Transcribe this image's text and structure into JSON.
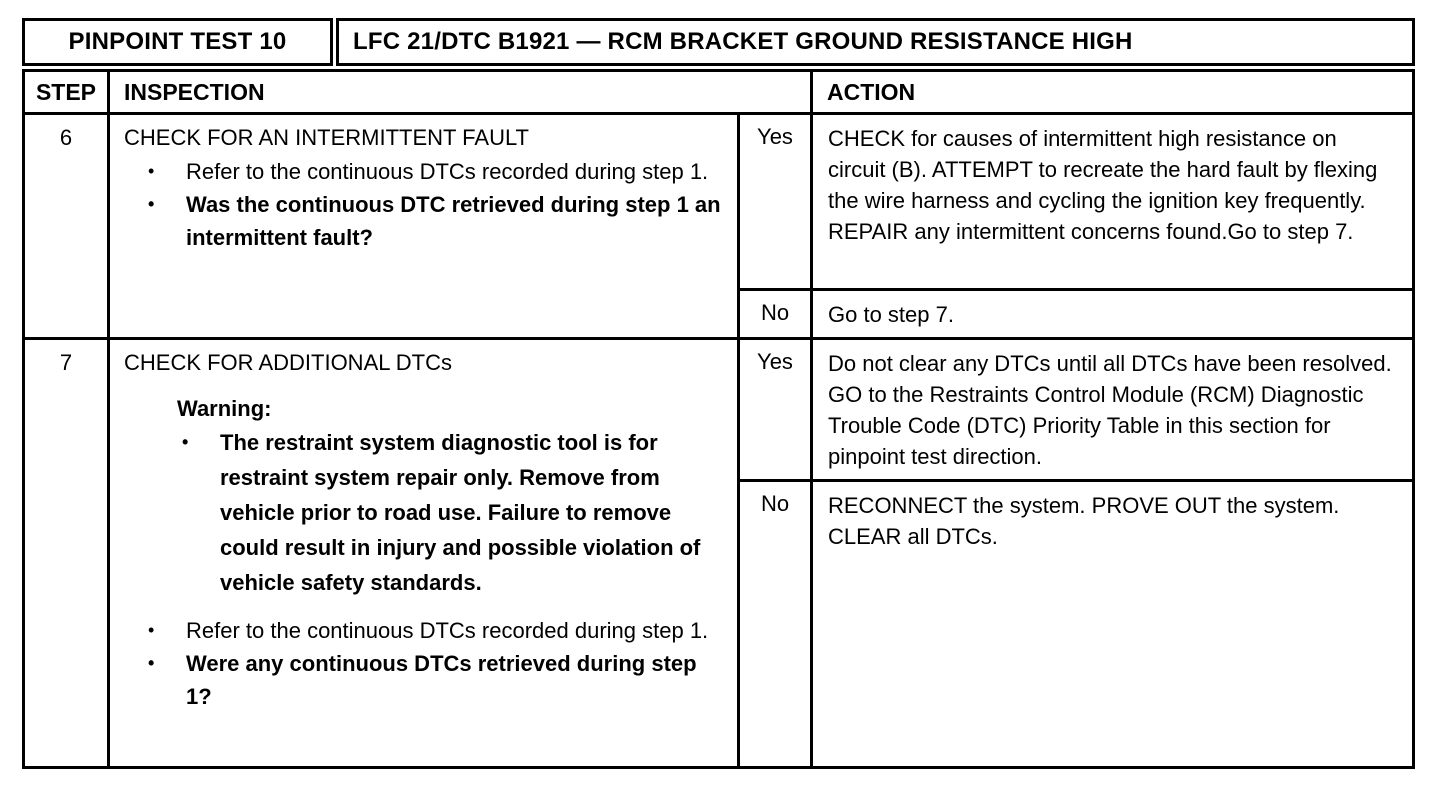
{
  "title_bar": {
    "test_label": "PINPOINT TEST 10",
    "test_name": "LFC 21/DTC B1921 — RCM BRACKET GROUND RESISTANCE HIGH"
  },
  "columns": {
    "step": "STEP",
    "inspection": "INSPECTION",
    "action": "ACTION"
  },
  "steps": [
    {
      "number": "6",
      "inspection_title": "CHECK FOR AN INTERMITTENT FAULT",
      "bullets": [
        {
          "text": "Refer to the continuous DTCs recorded during step 1.",
          "bold": false
        },
        {
          "text": "Was the continuous DTC retrieved during step 1 an intermittent fault?",
          "bold": true
        }
      ],
      "branches": [
        {
          "label": "Yes",
          "text": "CHECK for causes of intermittent high resistance on circuit (B). ATTEMPT to recreate the hard fault by flexing the wire harness and cycling the ignition key frequently. REPAIR any intermittent concerns found.Go to step 7."
        },
        {
          "label": "No",
          "text": "Go to step 7."
        }
      ]
    },
    {
      "number": "7",
      "inspection_title": "CHECK FOR ADDITIONAL DTCs",
      "warning_heading": "Warning:",
      "warning_bullets": [
        "The restraint system diagnostic tool is for restraint system repair only. Remove from vehicle prior to road use. Failure to remove could result in injury and possible violation of vehicle safety standards."
      ],
      "bullets": [
        {
          "text": "Refer to the continuous DTCs recorded during step 1.",
          "bold": false
        },
        {
          "text": "Were any continuous DTCs retrieved during step 1?",
          "bold": true
        }
      ],
      "branches": [
        {
          "label": "Yes",
          "text": "Do not clear any DTCs until all DTCs have been resolved. GO to the Restraints Control Module (RCM) Diagnostic Trouble Code (DTC) Priority Table in this section for pinpoint test direction."
        },
        {
          "label": "No",
          "text": "RECONNECT the system. PROVE OUT the system. CLEAR all DTCs."
        }
      ]
    }
  ],
  "colors": {
    "ink": "#000000",
    "paper": "#ffffff"
  }
}
